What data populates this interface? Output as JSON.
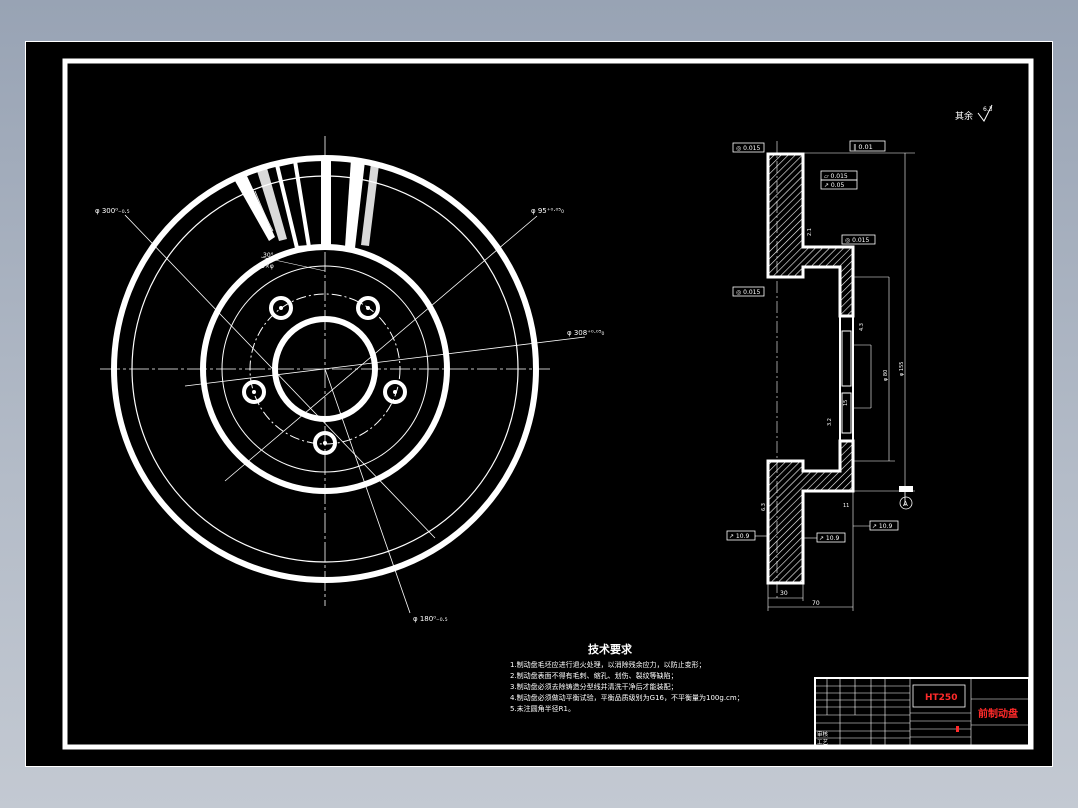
{
  "drawing": {
    "roughness_note": "其余",
    "roughness_value": "6.3",
    "front_view": {
      "dim_outer": "φ 300⁰₋₀.₅",
      "dim_ring": "φ 95⁺⁰·⁰⁵₀",
      "dim_bolt_circle": "φ 308⁺⁰·⁰⁵₀",
      "dim_bottom": "φ 180⁰₋₀.₅",
      "dim_angle": "30°",
      "dim_hole": "5×φ"
    },
    "section_view": {
      "fcf_top_left": "◎ 0.015",
      "fcf_top_right": "∥ 0.01",
      "fcf_flatness": "▱ 0.015",
      "fcf_runout": "↗ 0.05",
      "fcf_mid": "◎ 0.015",
      "fcf_left_mid": "◎ 0.015",
      "fcf_bl": "↗ 10.9",
      "fcf_bm": "↗ 10.9",
      "fcf_br": "↗ 10.9",
      "datum": "A",
      "dim_30": "30",
      "dim_70": "70",
      "dim_11": "11",
      "dim_a": "2.1",
      "dim_b": "4.3",
      "dim_c": "φ 155",
      "dim_d": "φ 80",
      "dim_e": "3.2",
      "dim_f": "15",
      "dim_g": "6.3"
    },
    "tech": {
      "title": "技术要求",
      "items": [
        "1.制动盘毛坯应进行退火处理，以消除残余应力，以防止变形；",
        "2.制动盘表面不得有毛刺、缩孔、划伤、裂纹等缺陷；",
        "3.制动盘必须去除铸造分型线并清洗干净后才能装配；",
        "4.制动盘必须做动平衡试验，平衡品质级别为G16，不平衡量为100g.cm；",
        "5.未注圆角半径R1。"
      ]
    },
    "title_block": {
      "material": "HT250",
      "part_name": "前制动盘",
      "row_labels": [
        "审核",
        "工艺"
      ]
    }
  }
}
